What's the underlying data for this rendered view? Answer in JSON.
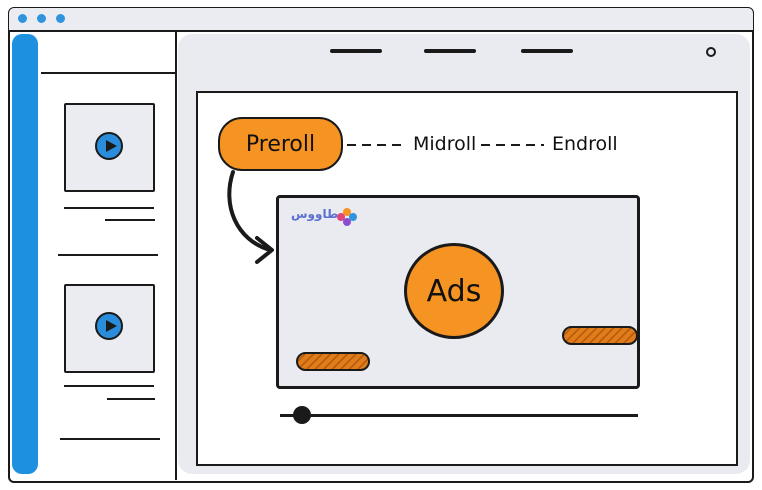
{
  "ad_timeline": {
    "preroll_label": "Preroll",
    "midroll_label": "Midroll",
    "endroll_label": "Endroll"
  },
  "player": {
    "brand_logo_text": "طاووس",
    "ad_badge_label": "Ads",
    "progress": 0.06
  },
  "sidebar": {
    "videos": [
      {
        "icon": "play-icon"
      },
      {
        "icon": "play-icon"
      }
    ]
  },
  "colors": {
    "accent_orange": "#f59323",
    "rail_blue": "#1e90e0",
    "panel_gray": "#e9ebf0",
    "outline": "#1a1a1a"
  }
}
